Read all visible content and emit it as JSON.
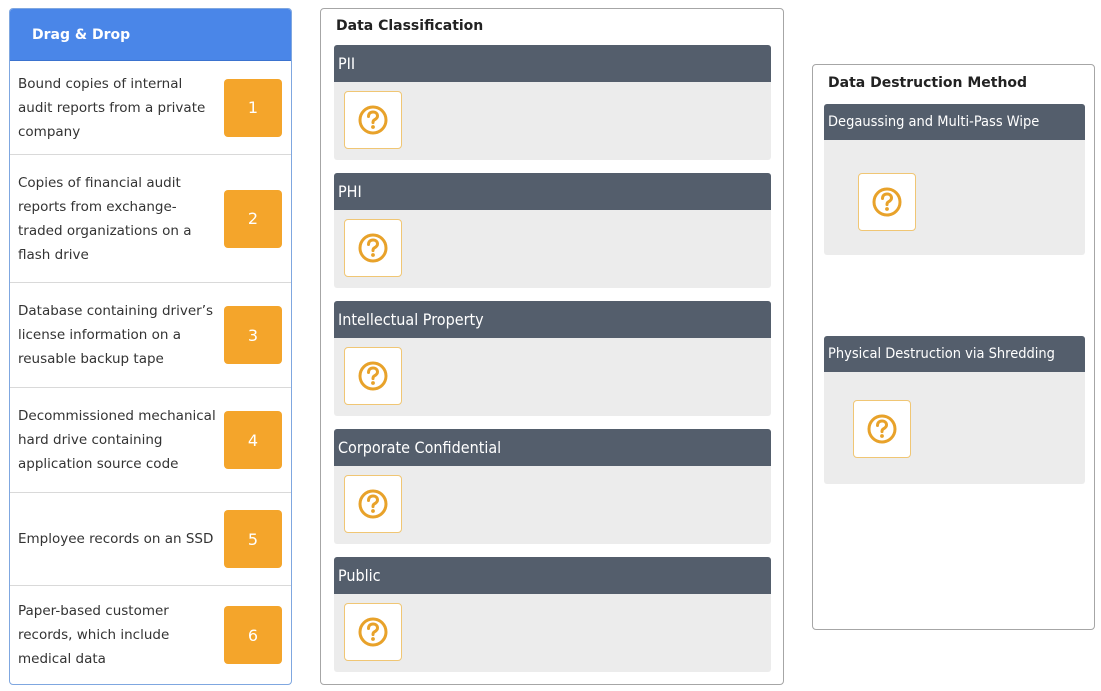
{
  "drag_panel": {
    "title": "Drag & Drop",
    "items": [
      {
        "text": "Bound copies of internal audit reports from a private company",
        "number": "1"
      },
      {
        "text": "Copies of financial audit reports from exchange-traded organizations on a flash drive",
        "number": "2"
      },
      {
        "text": "Database containing driver’s license information on a reusable backup tape",
        "number": "3"
      },
      {
        "text": "Decommissioned mechanical hard drive containing application source code",
        "number": "4"
      },
      {
        "text": "Employee records on an SSD",
        "number": "5"
      },
      {
        "text": "Paper-based customer records, which include medical data",
        "number": "6"
      }
    ]
  },
  "classification_panel": {
    "title": "Data Classification",
    "zones": [
      {
        "label": "PII"
      },
      {
        "label": "PHI"
      },
      {
        "label": "Intellectual Property"
      },
      {
        "label": "Corporate Confidential"
      },
      {
        "label": "Public"
      }
    ]
  },
  "method_panel": {
    "title": "Data Destruction Method",
    "zones": [
      {
        "label": "Degaussing and Multi-Pass Wipe"
      },
      {
        "label": "Physical Destruction via Shredding"
      }
    ]
  },
  "icons": {
    "drop_slot": "question-circle-icon"
  },
  "colors": {
    "accent_blue": "#4a86e8",
    "badge_orange": "#f4a52b",
    "zone_header": "#545e6c",
    "zone_bg": "#ececec"
  }
}
